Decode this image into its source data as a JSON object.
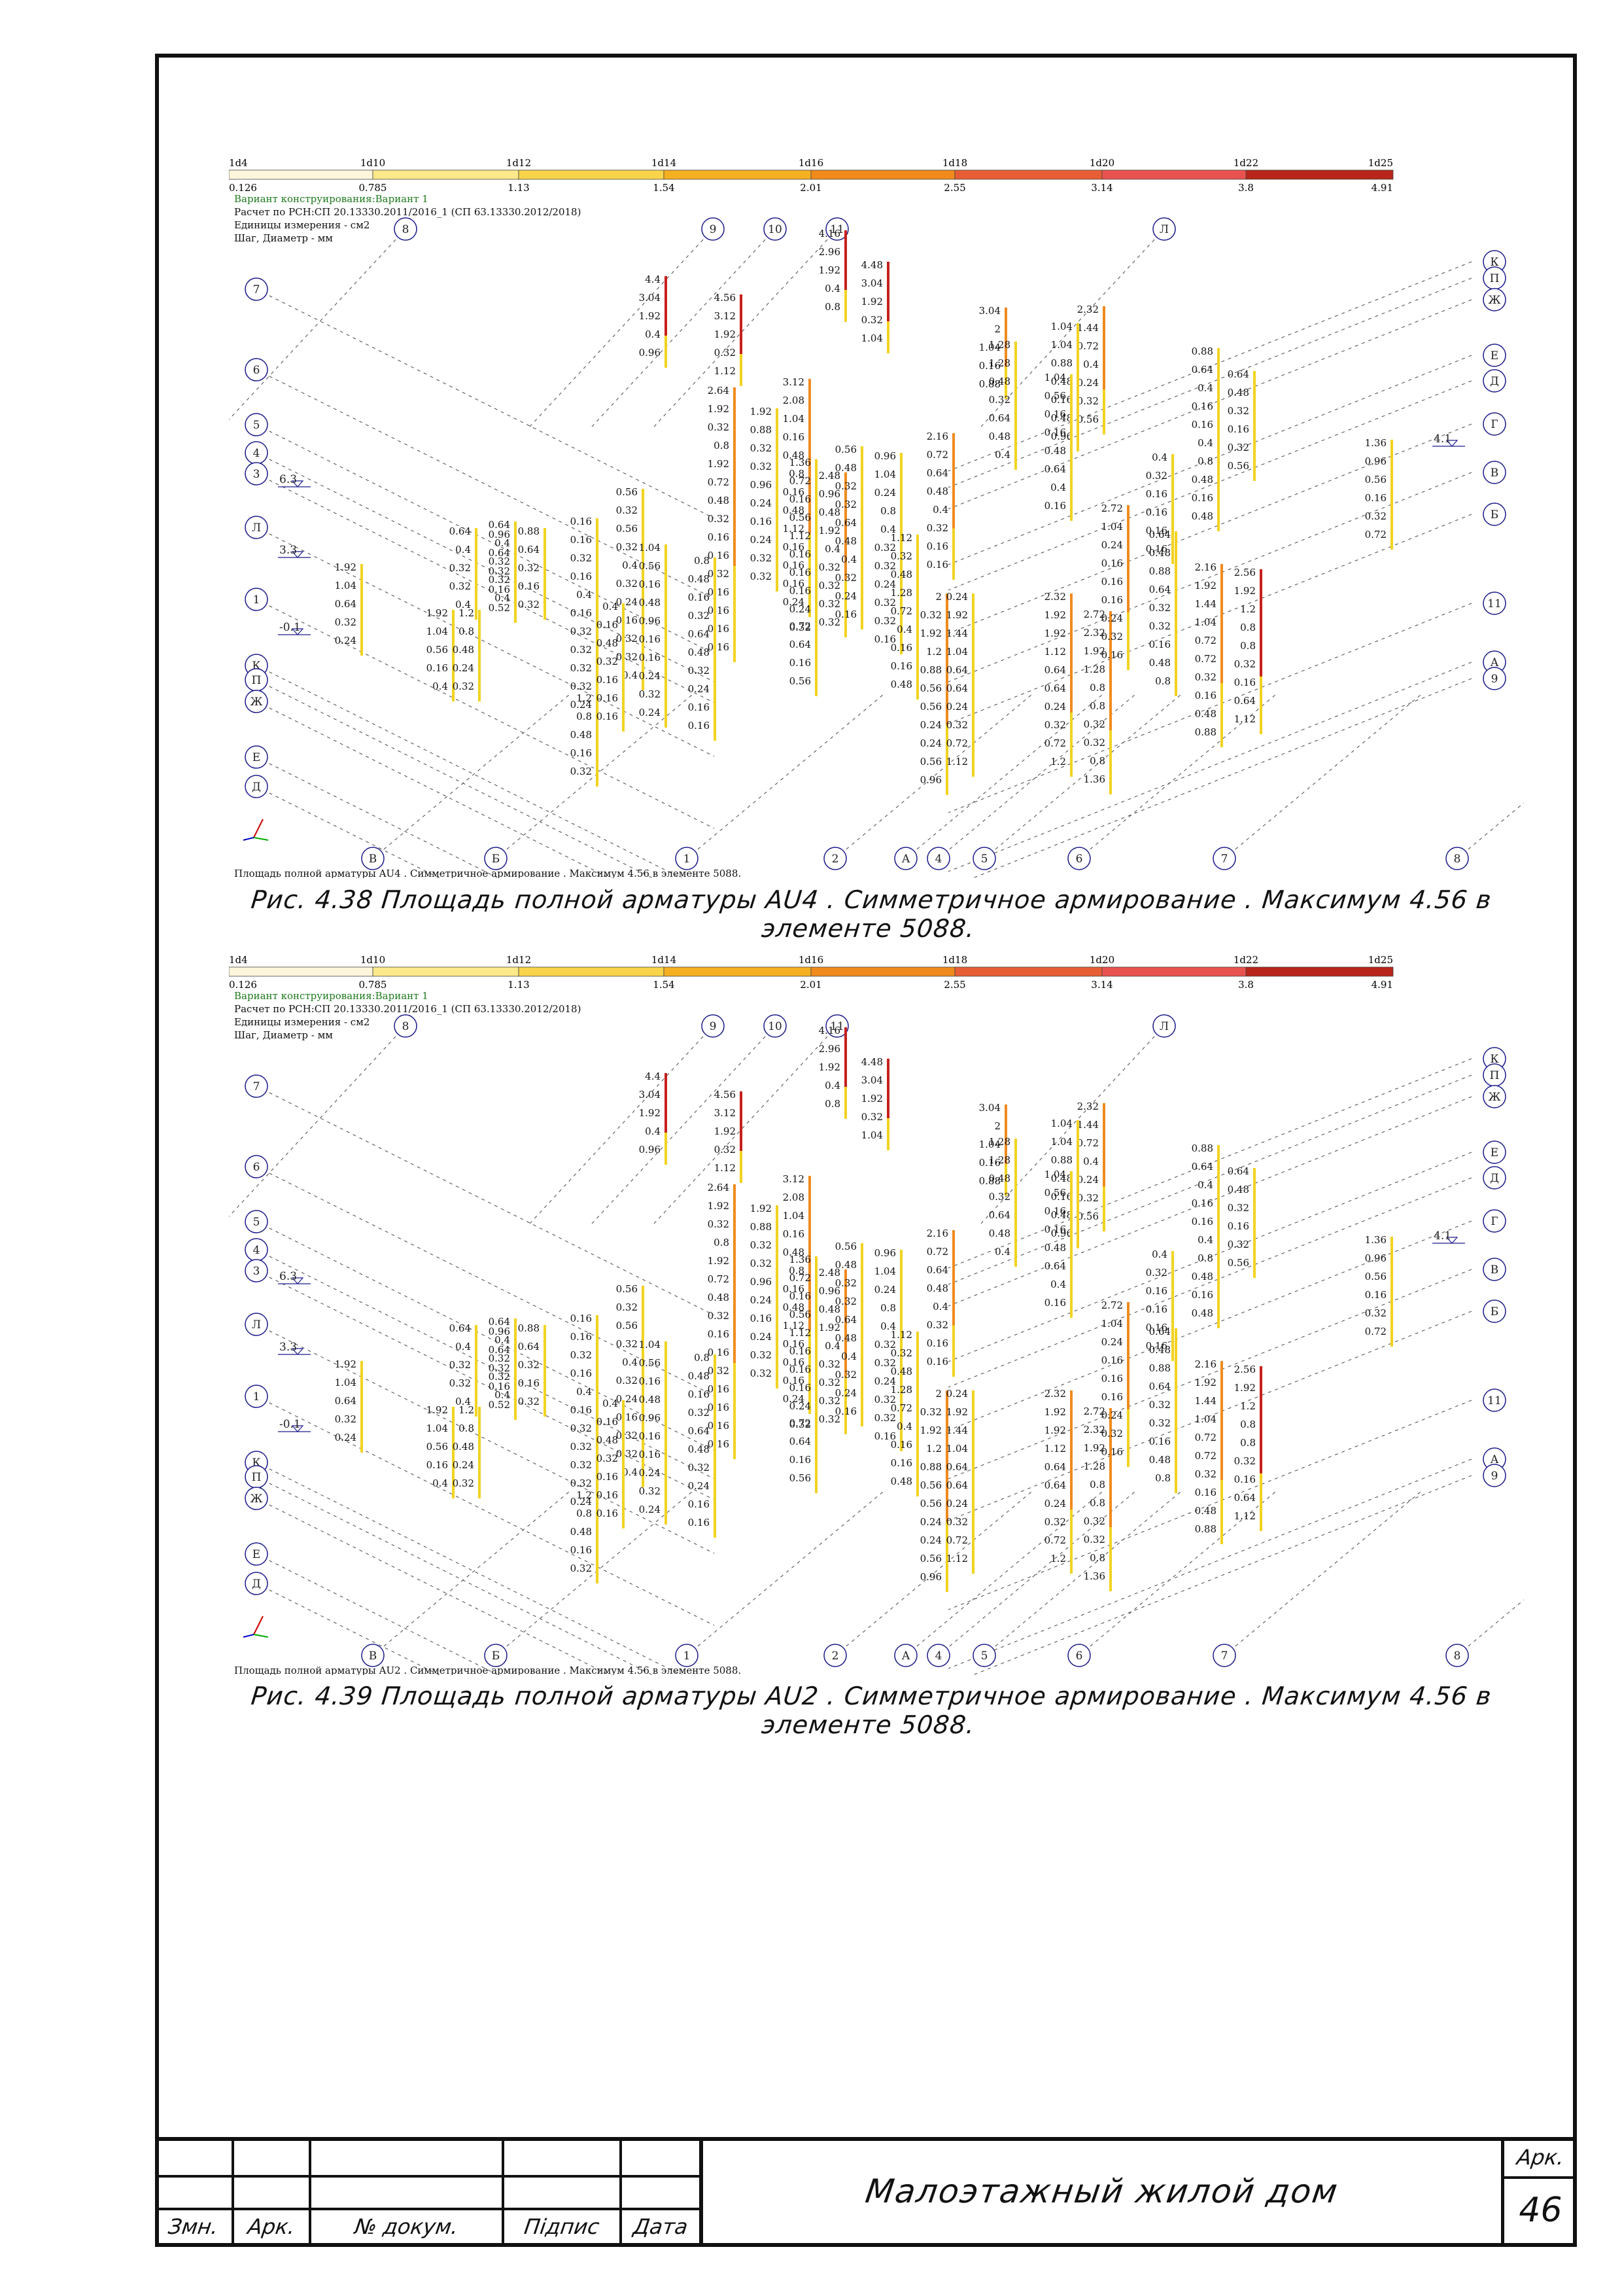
{
  "colors": {
    "scale": [
      "#fdf6dc",
      "#fbe98a",
      "#f9d44a",
      "#f5b021",
      "#f08a1c",
      "#e85e34",
      "#e9534f",
      "#b8251a",
      "#7d0b0b"
    ],
    "axis_circle": "#1a1a8a",
    "dashed": "#555555",
    "bar_yellow": "#f2d321",
    "bar_orange": "#ef8b1f",
    "bar_red": "#c6201c"
  },
  "scale": {
    "top_labels": [
      "1d4",
      "1d10",
      "1d12",
      "1d14",
      "1d16",
      "1d18",
      "1d20",
      "1d22",
      "1d25"
    ],
    "bottom_labels": [
      "0.126",
      "0.785",
      "1.13",
      "1.54",
      "2.01",
      "2.55",
      "3.14",
      "3.8",
      "4.91"
    ]
  },
  "meta": {
    "line1": "Вариант конструирования:Вариант 1",
    "line2": "Расчет по РСН:СП 20.13330.2011/2016_1 (СП 63.13330.2012/2018)",
    "line3": "Единицы измерения - см2",
    "line4": "Шаг, Диаметр - мм"
  },
  "axes": {
    "top": [
      "8",
      "9",
      "10",
      "11",
      "Л"
    ],
    "left": [
      "7",
      "6",
      "5",
      "4",
      "3",
      "Л",
      "1",
      "К",
      "П",
      "Ж",
      "Е",
      "Д"
    ],
    "right": [
      "К",
      "П",
      "Ж",
      "Е",
      "Д",
      "Г",
      "В",
      "Б",
      "11",
      "А",
      "9"
    ],
    "bottom": [
      "В",
      "Б",
      "1",
      "2",
      "А",
      "4",
      "5",
      "6",
      "7",
      "8"
    ],
    "levels": [
      "6.3",
      "3.3",
      "-0.1",
      "4.1"
    ]
  },
  "columns": [
    {
      "values": [
        "4.4",
        "3.04",
        "1.92",
        "0.4",
        "0.96"
      ],
      "tone": "red"
    },
    {
      "values": [
        "4.56",
        "3.12",
        "1.92",
        "0.32",
        "1.12"
      ],
      "tone": "red"
    },
    {
      "values": [
        "2.64",
        "1.92",
        "0.32",
        "0.8",
        "1.92",
        "0.72",
        "0.48",
        "0.32",
        "0.16",
        "0.16",
        "0.32",
        "0.16",
        "0.16",
        "0.16",
        "0.16"
      ],
      "tone": "orange"
    },
    {
      "values": [
        "4.16",
        "2.96",
        "1.92",
        "0.4",
        "0.8"
      ],
      "tone": "red"
    },
    {
      "values": [
        "4.48",
        "3.04",
        "1.92",
        "0.32",
        "1.04"
      ],
      "tone": "red"
    },
    {
      "values": [
        "3.04",
        "2",
        "1.04",
        "0.16",
        "0.88"
      ],
      "tone": "orange"
    },
    {
      "values": [
        "2.32",
        "1.44",
        "0.72",
        "0.4",
        "0.24",
        "0.32",
        "0.56"
      ],
      "tone": "orange"
    },
    {
      "values": [
        "1.04",
        "1.04",
        "0.88",
        "0.48",
        "0.16",
        "0.48",
        "0.96"
      ],
      "tone": "yellow"
    },
    {
      "values": [
        "3.12",
        "2.08",
        "1.04",
        "0.16",
        "0.48",
        "0.8",
        "0.16",
        "0.48",
        "1.12",
        "0.16",
        "0.16",
        "0.16",
        "0.24"
      ],
      "tone": "orange"
    },
    {
      "values": [
        "1.92",
        "0.88",
        "0.32",
        "0.32",
        "0.96",
        "0.24",
        "0.16",
        "0.24",
        "0.32",
        "0.32"
      ],
      "tone": "yellow"
    },
    {
      "values": [
        "2.48",
        "0.96",
        "0.48",
        "1.92",
        "0.4",
        "0.32",
        "0.32",
        "0.32",
        "0.32"
      ],
      "tone": "orange"
    },
    {
      "values": [
        "0.96",
        "1.04",
        "0.24",
        "0.8",
        "0.4",
        "0.32",
        "0.32",
        "0.24",
        "0.32",
        "0.32",
        "0.16"
      ],
      "tone": "yellow"
    },
    {
      "values": [
        "1.36",
        "0.72",
        "0.16",
        "0.56",
        "1.12",
        "0.16",
        "0.16",
        "0.16",
        "0.24",
        "0.32"
      ],
      "tone": "yellow"
    },
    {
      "values": [
        "2.16",
        "0.72",
        "0.64",
        "0.48",
        "0.4",
        "0.32",
        "0.16",
        "0.16"
      ],
      "tone": "orange"
    },
    {
      "values": [
        "0.56",
        "0.48",
        "0.32",
        "0.32",
        "0.64",
        "0.48",
        "0.4",
        "0.32",
        "0.24",
        "0.16"
      ],
      "tone": "yellow"
    },
    {
      "values": [
        "1.28",
        "1.28",
        "0.48",
        "0.32",
        "0.64",
        "0.48",
        "0.4"
      ],
      "tone": "yellow"
    },
    {
      "values": [
        "1.04",
        "0.56",
        "0.16",
        "0.16",
        "0.48",
        "0.64",
        "0.4",
        "0.16"
      ],
      "tone": "yellow"
    },
    {
      "values": [
        "0.88",
        "0.64",
        "0.4",
        "0.16",
        "0.16",
        "0.4",
        "0.8",
        "0.48",
        "0.16",
        "0.48"
      ],
      "tone": "yellow"
    },
    {
      "values": [
        "0.64",
        "0.48",
        "0.32",
        "0.16",
        "0.32",
        "0.56"
      ],
      "tone": "yellow"
    },
    {
      "values": [
        "1.36",
        "0.96",
        "0.56",
        "0.16",
        "0.32",
        "0.72"
      ],
      "tone": "yellow"
    },
    {
      "values": [
        "0.4",
        "0.32",
        "0.16",
        "0.16",
        "0.16",
        "0.16"
      ],
      "tone": "yellow"
    },
    {
      "values": [
        "1.92",
        "1.04",
        "0.64",
        "0.32",
        "0.24"
      ],
      "tone": "yellow"
    },
    {
      "values": [
        "1.92",
        "1.04",
        "0.56",
        "0.16",
        "0.4"
      ],
      "tone": "yellow"
    },
    {
      "values": [
        "1.2",
        "0.8",
        "0.48",
        "0.24",
        "0.32"
      ],
      "tone": "yellow"
    },
    {
      "values": [
        "0.64",
        "0.4",
        "0.32",
        "0.32",
        "0.4"
      ],
      "tone": "yellow"
    },
    {
      "values": [
        "0.96",
        "0.64",
        "0.32",
        "0.16",
        "0.52"
      ],
      "tone": "yellow"
    },
    {
      "values": [
        "0.64",
        "0.4",
        "0.32",
        "0.32",
        "0.4"
      ],
      "tone": "yellow"
    },
    {
      "values": [
        "0.88",
        "0.64",
        "0.32",
        "0.16",
        "0.32"
      ],
      "tone": "yellow"
    },
    {
      "values": [
        "0.16",
        "0.16",
        "0.32",
        "0.16",
        "0.4",
        "0.16",
        "0.32",
        "0.32",
        "0.32",
        "0.32",
        "0.24"
      ],
      "tone": "yellow"
    },
    {
      "values": [
        "0.56",
        "0.32",
        "0.56",
        "0.32",
        "0.4",
        "0.32",
        "0.24",
        "0.16",
        "0.32",
        "0.32",
        "0.4"
      ],
      "tone": "yellow"
    },
    {
      "values": [
        "1.04",
        "0.56",
        "0.16",
        "0.48",
        "0.96",
        "0.16",
        "0.16",
        "0.24",
        "0.32",
        "0.24"
      ],
      "tone": "yellow"
    },
    {
      "values": [
        "0.8",
        "0.48",
        "0.16",
        "0.32",
        "0.64",
        "0.48",
        "0.32",
        "0.24",
        "0.16",
        "0.16"
      ],
      "tone": "yellow"
    },
    {
      "values": [
        "1.2",
        "0.8",
        "0.48",
        "0.16",
        "0.32"
      ],
      "tone": "yellow"
    },
    {
      "values": [
        "0.4",
        "0.16",
        "0.48",
        "0.32",
        "0.16",
        "0.16",
        "0.16"
      ],
      "tone": "yellow"
    },
    {
      "values": [
        "0.72",
        "0.64",
        "0.16",
        "0.56"
      ],
      "tone": "yellow"
    },
    {
      "values": [
        "1.12",
        "0.32",
        "0.48",
        "1.28",
        "0.72",
        "0.4",
        "0.16",
        "0.16",
        "0.48"
      ],
      "tone": "yellow"
    },
    {
      "values": [
        "2",
        "0.32",
        "1.92",
        "1.2",
        "0.88",
        "0.56",
        "0.56",
        "0.24",
        "0.24",
        "0.56",
        "0.96"
      ],
      "tone": "orange"
    },
    {
      "values": [
        "0.24",
        "1.92",
        "1.44",
        "1.04",
        "0.64",
        "0.64",
        "0.24",
        "0.32",
        "0.72",
        "1.12"
      ],
      "tone": "yellow"
    },
    {
      "values": [
        "2.32",
        "1.92",
        "1.92",
        "1.12",
        "0.64",
        "0.64",
        "0.24",
        "0.32",
        "0.72",
        "1.2"
      ],
      "tone": "orange"
    },
    {
      "values": [
        "2.72",
        "2.32",
        "1.92",
        "1.28",
        "0.8",
        "0.8",
        "0.32",
        "0.32",
        "0.8",
        "1.36"
      ],
      "tone": "orange"
    },
    {
      "values": [
        "2.72",
        "1.04",
        "0.24",
        "0.16",
        "0.16",
        "0.16",
        "0.24",
        "0.32",
        "0.16"
      ],
      "tone": "orange"
    },
    {
      "values": [
        "0.64",
        "0.48",
        "0.88",
        "0.64",
        "0.32",
        "0.32",
        "0.16",
        "0.48",
        "0.8"
      ],
      "tone": "yellow"
    },
    {
      "values": [
        "2.16",
        "1.92",
        "1.44",
        "1.04",
        "0.72",
        "0.72",
        "0.32",
        "0.16",
        "0.48",
        "0.88"
      ],
      "tone": "orange"
    },
    {
      "values": [
        "2.56",
        "1.92",
        "1.2",
        "0.8",
        "0.8",
        "0.32",
        "0.16",
        "0.64",
        "1.12"
      ],
      "tone": "red"
    }
  ],
  "figures": [
    {
      "footnote": "Площадь полной арматуры AU4 . Симметричное армирование . Максимум 4.56 в элементе 5088.",
      "caption": "Рис. 4.38 Площадь полной арматуры AU4 . Симметричное армирование . Максимум 4.56 в элементе 5088."
    },
    {
      "footnote": "Площадь полной арматуры AU2 . Симметричное армирование . Максимум 4.56 в элементе 5088.",
      "caption": "Рис. 4.39 Площадь полной арматуры AU2 . Симметричное армирование . Максимум 4.56 в элементе 5088."
    }
  ],
  "stamp": {
    "col_labels": [
      "Змн.",
      "Арк.",
      "№ докум.",
      "Підпис",
      "Дата"
    ],
    "title": "Малоэтажный жилой дом",
    "sheet_label": "Арк.",
    "sheet_number": "46"
  }
}
